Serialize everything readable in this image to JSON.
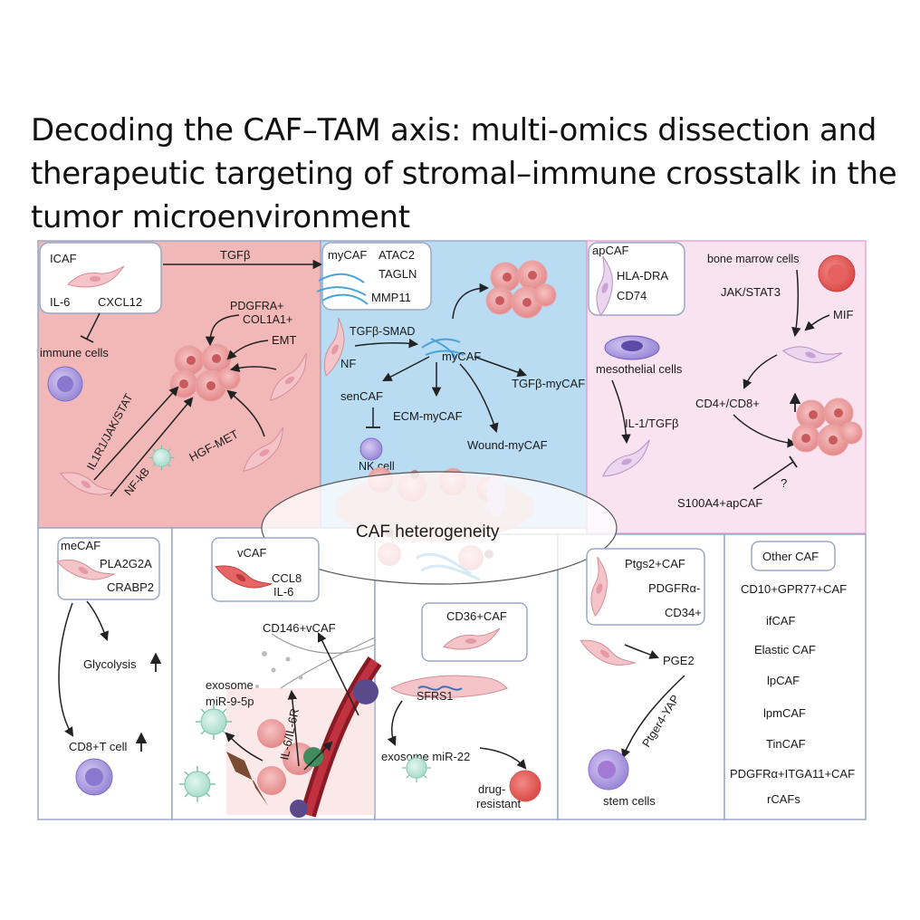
{
  "title_lines": [
    "Decoding the CAF–TAM axis: multi-omics dissection and",
    "therapeutic targeting of stromal–immune crosstalk in the",
    "tumor microenvironment"
  ],
  "colors": {
    "red_panel": "#f2b8b8",
    "blue_panel": "#b9dcf2",
    "pink_panel": "#f9e3f1",
    "panel_border": "#9aa8c8",
    "arrow": "#222222"
  },
  "icaf": {
    "box_title": "ICAF",
    "marker_1": "IL-6",
    "marker_2": "CXCL12",
    "tgf": "TGFβ",
    "immune": "immune cells",
    "pdgfra": "PDGFRA+",
    "col1a1": "COL1A1+",
    "emt": "EMT",
    "il1r1": "IL1R1/JAK/STAT",
    "nfkb": "NF-kB",
    "hgf": "HGF-MET"
  },
  "mycaf": {
    "box_title": "myCAF",
    "marker_1": "ATAC2",
    "marker_2": "TAGLN",
    "marker_3": "MMP11",
    "tgfsmad": "TGFβ-SMAD",
    "nf": "NF",
    "center": "myCAF",
    "sencaf": "senCAF",
    "ecm": "ECM-myCAF",
    "tgfmy": "TGFβ-myCAF",
    "wound": "Wound-myCAF",
    "nk": "NK cell"
  },
  "apcaf": {
    "box_title": "apCAF",
    "marker_1": "HLA-DRA",
    "marker_2": "CD74",
    "bone": "bone marrow cells",
    "jak": "JAK/STAT3",
    "mif": "MIF",
    "meso": "mesothelial cells",
    "cd": "CD4+/CD8+",
    "il1": "IL-1/TGFβ",
    "q": "?",
    "s100": "S100A4+apCAF"
  },
  "center_label": "CAF heterogeneity",
  "mecaf": {
    "box_title": "meCAF",
    "marker_1": "PLA2G2A",
    "marker_2": "CRABP2",
    "glyco": "Glycolysis",
    "cd8": "CD8+T cell"
  },
  "vcaf": {
    "box_title": "vCAF",
    "marker_1": "CCL8",
    "marker_2": "IL-6",
    "cd146": "CD146+vCAF",
    "exo1": "exosome",
    "exo2": "miR-9-5p",
    "il6r": "IL-6/IL-6R"
  },
  "cd36": {
    "box_title": "CD36+CAF",
    "sfrs": "SFRS1",
    "exo": "exosome miR-22",
    "drug1": "drug-",
    "drug2": "resistant"
  },
  "ptgs": {
    "box_title": "Ptgs2+CAF",
    "marker_1": "PDGFRα-",
    "marker_2": "CD34+",
    "pge": "PGE2",
    "yap": "Ptger4-YAP",
    "stem": "stem cells"
  },
  "other": {
    "box_title": "Other CAF",
    "items": [
      "CD10+GPR77+CAF",
      "ifCAF",
      "Elastic CAF",
      "lpCAF",
      "lpmCAF",
      "TinCAF",
      "PDGFRα+ITGA11+CAF",
      "rCAFs"
    ]
  }
}
